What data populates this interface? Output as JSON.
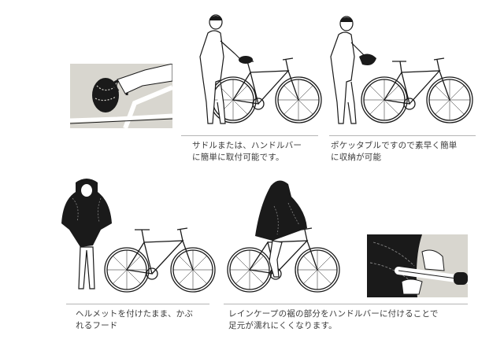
{
  "captions": {
    "saddle": {
      "line1": "サドルまたは、ハンドルバー",
      "line2": "に簡単に取付可能です。"
    },
    "pocketable": {
      "line1": "ポケッタブルですので素早く簡単",
      "line2": "に収納が可能"
    },
    "helmet": {
      "line1": "ヘルメットを付けたまま、かぶ",
      "line2": "れるフード"
    },
    "hem": {
      "line1": "レインケープの裾の部分をハンドルバーに付けることで",
      "line2": "足元が濡れにくくなります。"
    }
  },
  "colors": {
    "photo_bg": "#d8d6cf",
    "ink": "#1a1a1a",
    "rule": "#b5b5b5"
  }
}
